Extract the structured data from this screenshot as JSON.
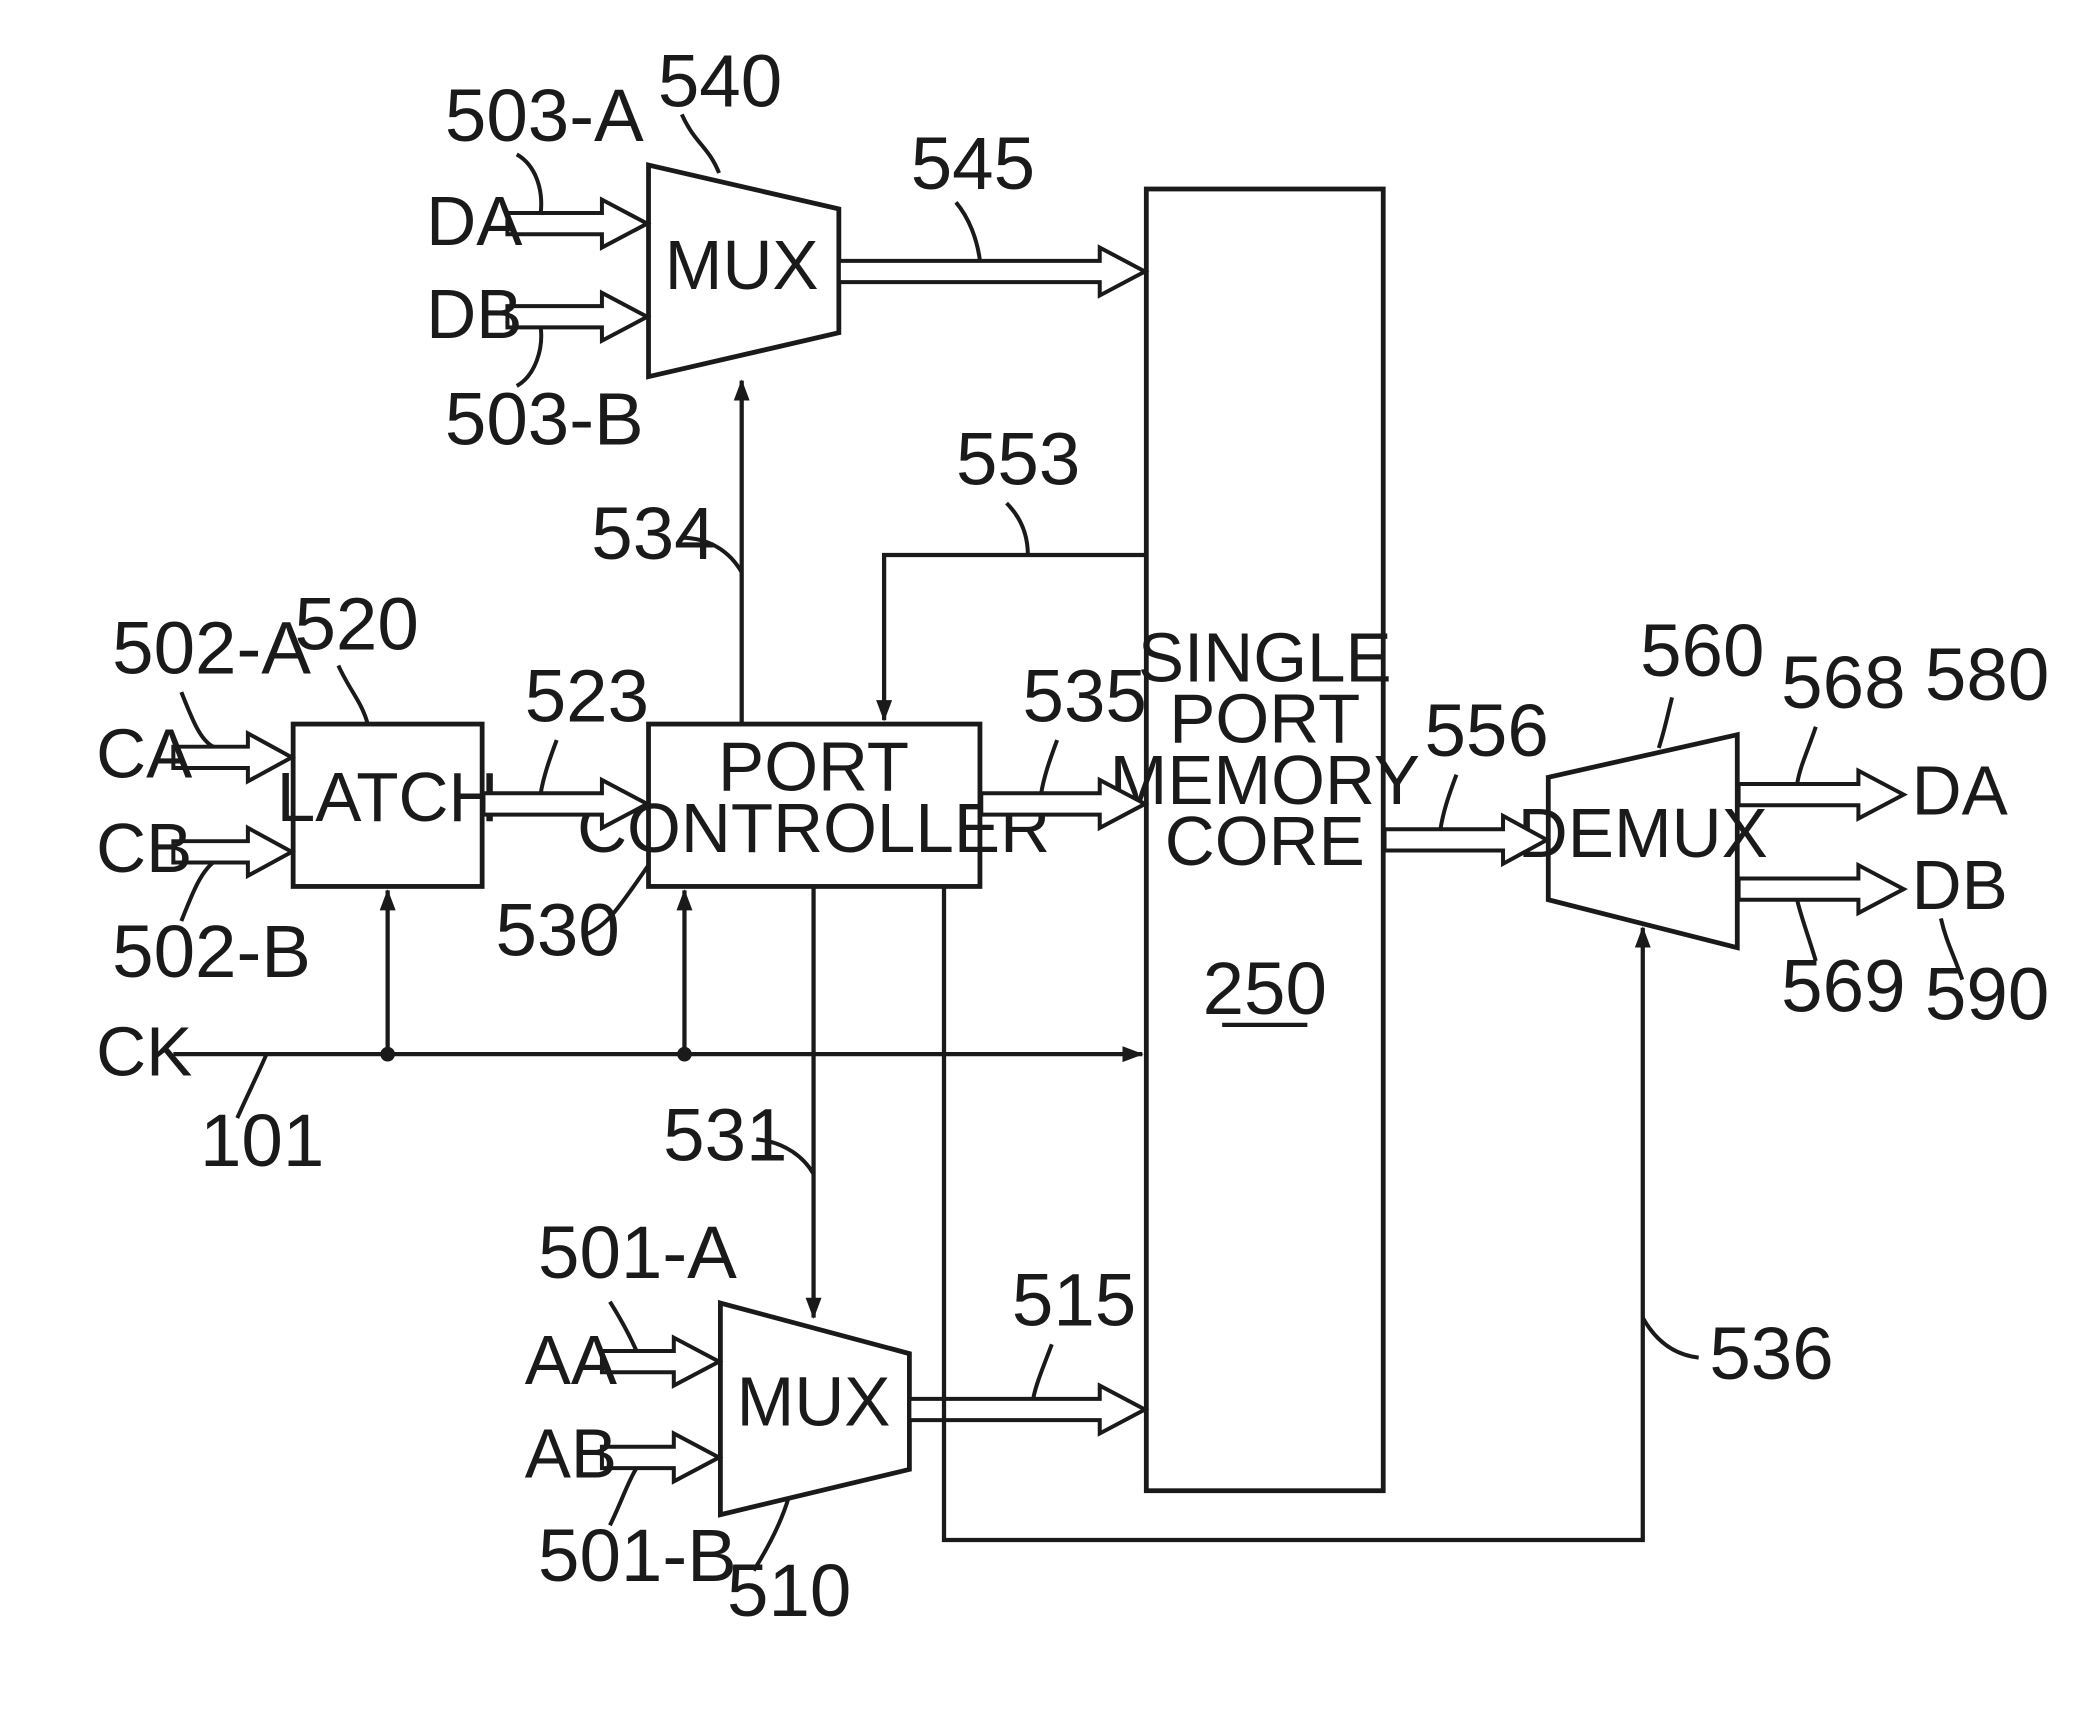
{
  "labels": {
    "mux_top": "MUX",
    "mux_bottom": "MUX",
    "latch": "LATCH",
    "port_controller_line1": "PORT",
    "port_controller_line2": "CONTROLLER",
    "memory_line1": "SINGLE",
    "memory_line2": "PORT",
    "memory_line3": "MEMORY",
    "memory_line4": "CORE",
    "memory_ref": "250",
    "demux": "DEMUX"
  },
  "signals": {
    "da_in": "DA",
    "db_in": "DB",
    "ca": "CA",
    "cb": "CB",
    "ck": "CK",
    "aa": "AA",
    "ab": "AB",
    "da_out": "DA",
    "db_out": "DB"
  },
  "refs": {
    "r540": "540",
    "r503a": "503-A",
    "r503b": "503-B",
    "r545": "545",
    "r553": "553",
    "r534": "534",
    "r520": "520",
    "r502a": "502-A",
    "r502b": "502-B",
    "r523": "523",
    "r535": "535",
    "r530": "530",
    "r556": "556",
    "r560": "560",
    "r568": "568",
    "r580": "580",
    "r569": "569",
    "r590": "590",
    "r101": "101",
    "r531": "531",
    "r501a": "501-A",
    "r501b": "501-B",
    "r515": "515",
    "r536": "536",
    "r510": "510"
  }
}
